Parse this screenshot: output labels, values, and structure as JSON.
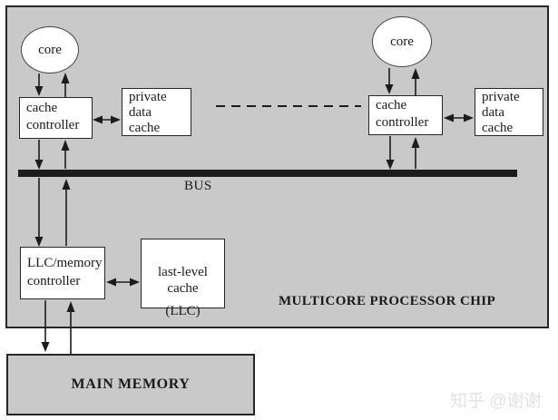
{
  "diagram": {
    "chip_label": "MULTICORE PROCESSOR CHIP",
    "bus_label": "BUS",
    "nodes": {
      "core_left": "core",
      "core_right": "core",
      "cache_controller_left": "cache\ncontroller",
      "cache_controller_right": "cache\ncontroller",
      "private_data_cache_left": "private\ndata\ncache",
      "private_data_cache_right": "private\ndata\ncache",
      "llc_memory_controller": "LLC/memory\ncontroller",
      "last_level_cache_top": "last-level\ncache",
      "last_level_cache_bottom": "(LLC)",
      "main_memory": "MAIN MEMORY"
    },
    "colors": {
      "chip_fill": "#c9c9c9",
      "node_fill": "#ffffff",
      "line": "#1c1c1c",
      "watermark": "#e2e2e2"
    },
    "watermark": "知乎 @谢谢"
  }
}
